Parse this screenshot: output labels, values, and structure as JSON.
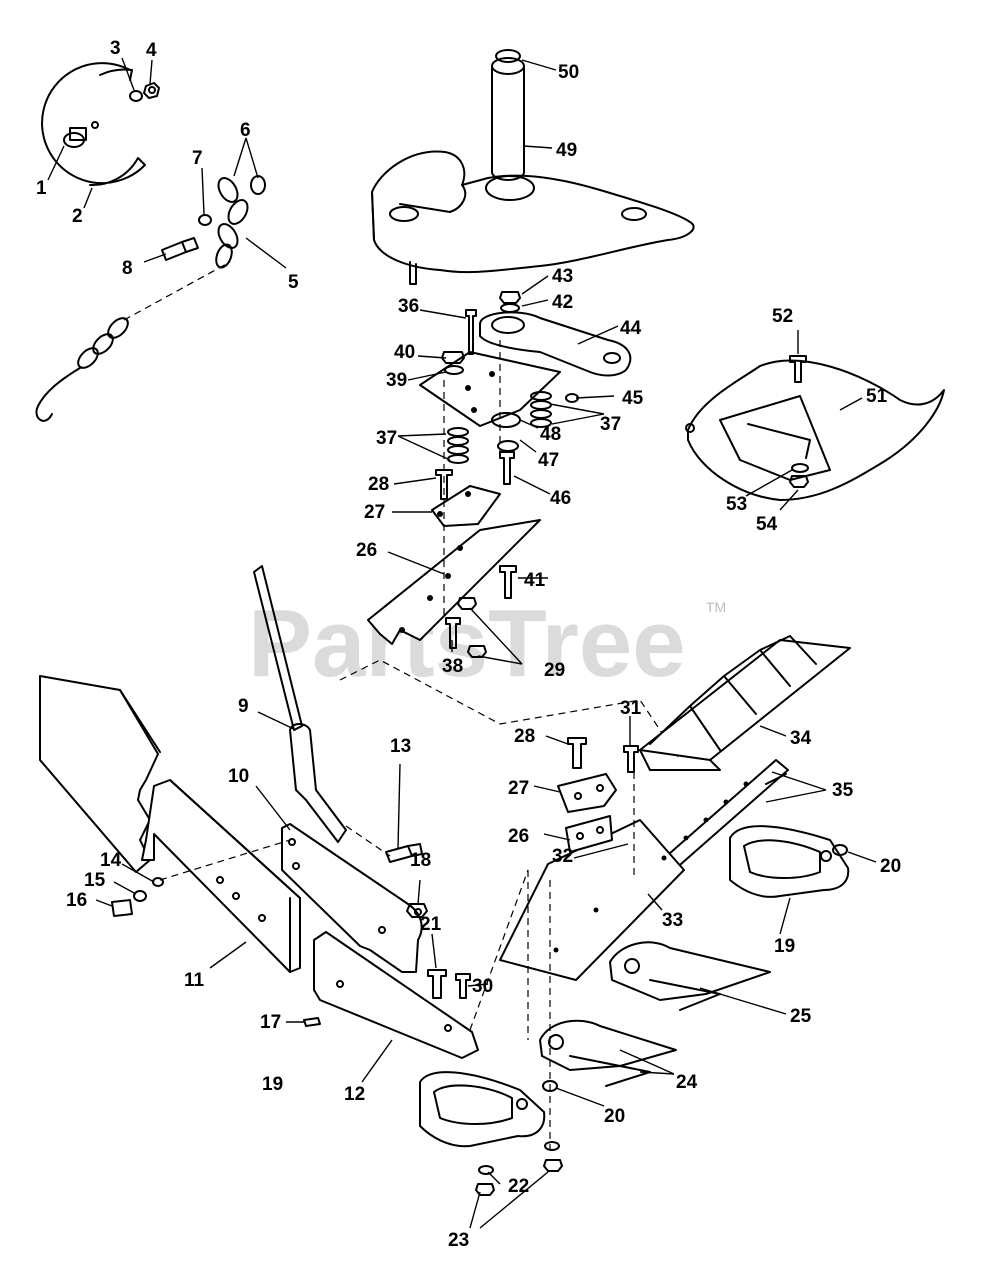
{
  "watermark": {
    "text": "PartsTree",
    "tm": "TM"
  },
  "callouts": [
    "1",
    "2",
    "3",
    "4",
    "5",
    "6",
    "7",
    "8",
    "9",
    "10",
    "11",
    "12",
    "13",
    "14",
    "15",
    "16",
    "17",
    "18",
    "19",
    "19",
    "20",
    "20",
    "21",
    "22",
    "23",
    "24",
    "25",
    "26",
    "26",
    "27",
    "27",
    "28",
    "28",
    "29",
    "30",
    "31",
    "32",
    "33",
    "34",
    "35",
    "36",
    "37",
    "37",
    "38",
    "39",
    "40",
    "41",
    "42",
    "43",
    "44",
    "45",
    "46",
    "47",
    "48",
    "49",
    "50",
    "51",
    "52",
    "53",
    "54"
  ]
}
